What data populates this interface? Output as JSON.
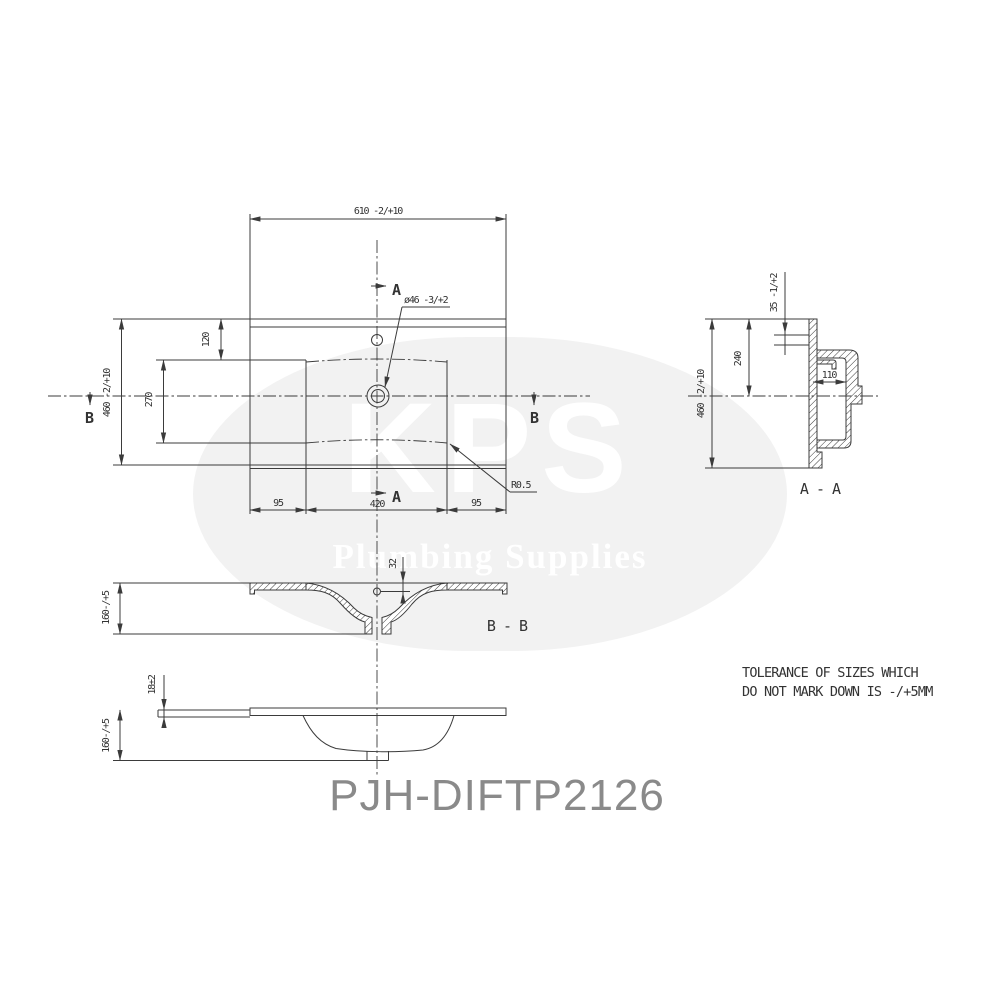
{
  "title": {
    "text": "PJH-DIFTP2126"
  },
  "note": {
    "line1": "TOLERANCE OF SIZES WHICH",
    "line2": "DO NOT MARK DOWN IS -/+5MM"
  },
  "watermark": {
    "brand": "KPS",
    "subtitle": "Plumbing Supplies"
  },
  "colors": {
    "line": "#3b3b3b",
    "title_text": "#8a8a8a",
    "watermark_bg": "#f2f2f2",
    "watermark_text": "#ffffff",
    "background": "#ffffff"
  },
  "plan": {
    "dim_width": "610 -2/+10",
    "dim_depth": "460 -2/+10",
    "dim_back": "120",
    "dim_bowl_depth": "270",
    "dim_left": "95",
    "dim_bowl_width": "420",
    "dim_right": "95",
    "dim_taphole": "ø46 -3/+2",
    "dim_radius": "R0.5",
    "marker_a": "A",
    "marker_b": "B"
  },
  "section_aa": {
    "label": "A - A",
    "dim_depth": "460 -2/+10",
    "dim_back": "240",
    "dim_bowl": "110",
    "dim_deck": "35 -1/+2"
  },
  "section_bb": {
    "label": "B - B",
    "dim_height": "160-/+5",
    "dim_hole": "32"
  },
  "front": {
    "dim_edge": "18±2",
    "dim_height": "160-/+5"
  }
}
